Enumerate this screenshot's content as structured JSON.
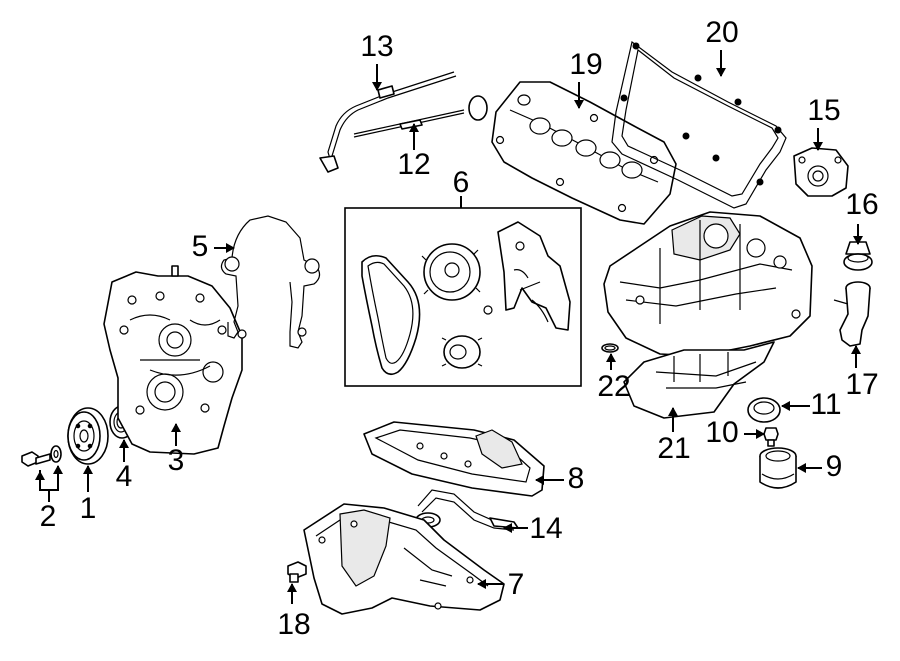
{
  "diagram": {
    "colors": {
      "line": "#000000",
      "background": "#ffffff"
    },
    "callouts": [
      {
        "id": "1",
        "label": "1"
      },
      {
        "id": "2",
        "label": "2"
      },
      {
        "id": "3",
        "label": "3"
      },
      {
        "id": "4",
        "label": "4"
      },
      {
        "id": "5",
        "label": "5"
      },
      {
        "id": "6",
        "label": "6"
      },
      {
        "id": "7",
        "label": "7"
      },
      {
        "id": "8",
        "label": "8"
      },
      {
        "id": "9",
        "label": "9"
      },
      {
        "id": "10",
        "label": "10"
      },
      {
        "id": "11",
        "label": "11"
      },
      {
        "id": "12",
        "label": "12"
      },
      {
        "id": "13",
        "label": "13"
      },
      {
        "id": "14",
        "label": "14"
      },
      {
        "id": "15",
        "label": "15"
      },
      {
        "id": "16",
        "label": "16"
      },
      {
        "id": "17",
        "label": "17"
      },
      {
        "id": "18",
        "label": "18"
      },
      {
        "id": "19",
        "label": "19"
      },
      {
        "id": "20",
        "label": "20"
      },
      {
        "id": "21",
        "label": "21"
      },
      {
        "id": "22",
        "label": "22"
      }
    ]
  }
}
